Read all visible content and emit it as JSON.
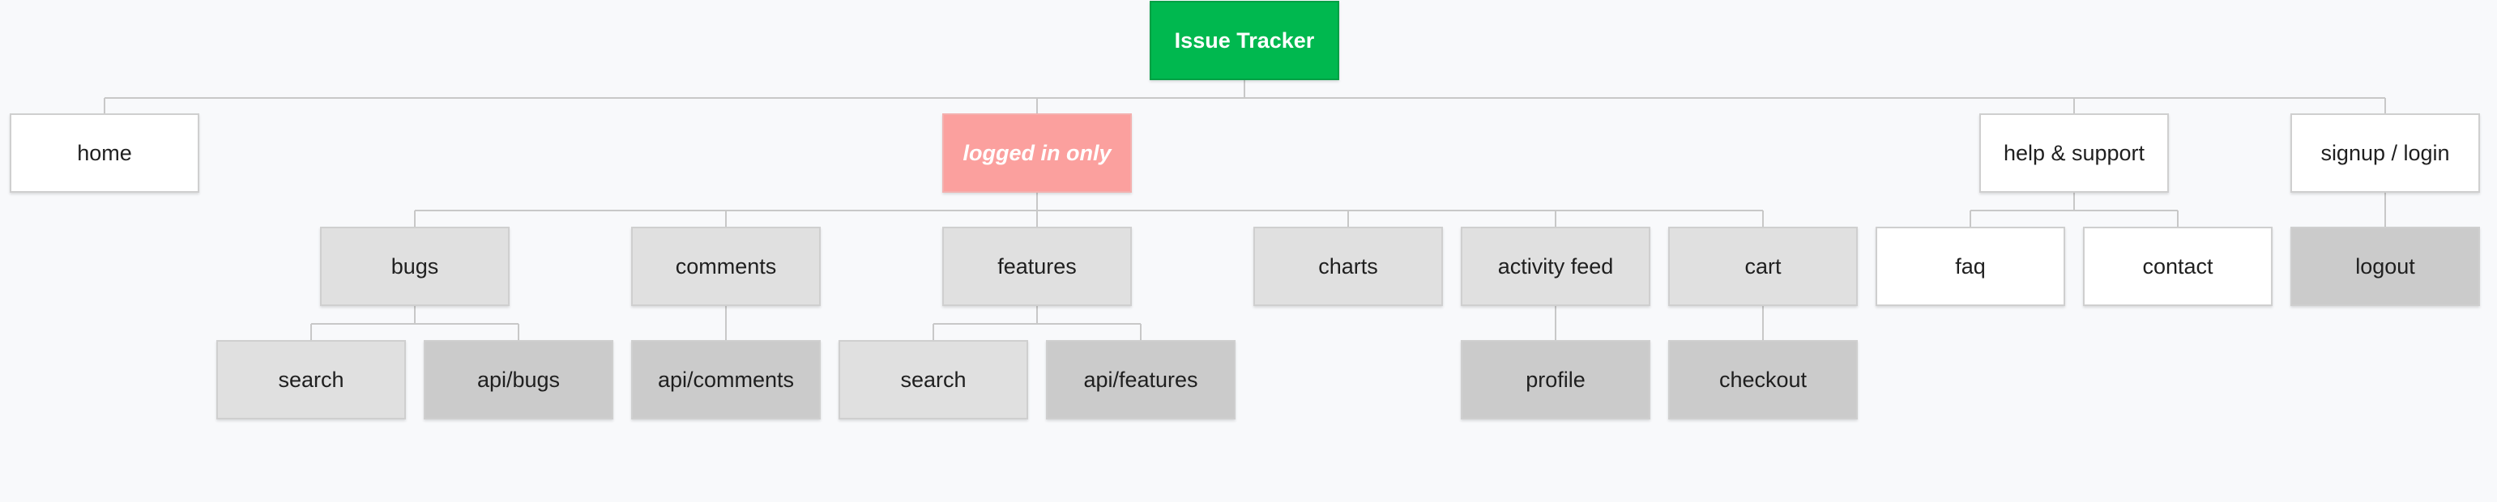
{
  "root": {
    "label": "Issue Tracker"
  },
  "top": {
    "home": "home",
    "logged_in": "logged in only",
    "help": "help & support",
    "signup": "signup / login"
  },
  "logged_in_children": {
    "bugs": "bugs",
    "comments": "comments",
    "features": "features",
    "charts": "charts",
    "activity_feed": "activity feed",
    "cart": "cart"
  },
  "help_children": {
    "faq": "faq",
    "contact": "contact"
  },
  "signup_children": {
    "logout": "logout"
  },
  "level3": {
    "bugs_search": "search",
    "api_bugs": "api/bugs",
    "api_comments": "api/comments",
    "features_search": "search",
    "api_features": "api/features",
    "profile": "profile",
    "checkout": "checkout"
  },
  "colors": {
    "root": "#00b84f",
    "highlight": "#fba09e",
    "page": "#ffffff",
    "section": "#e0e0e0",
    "endpoint": "#cbcbcb",
    "connector": "#c8c8c8"
  }
}
